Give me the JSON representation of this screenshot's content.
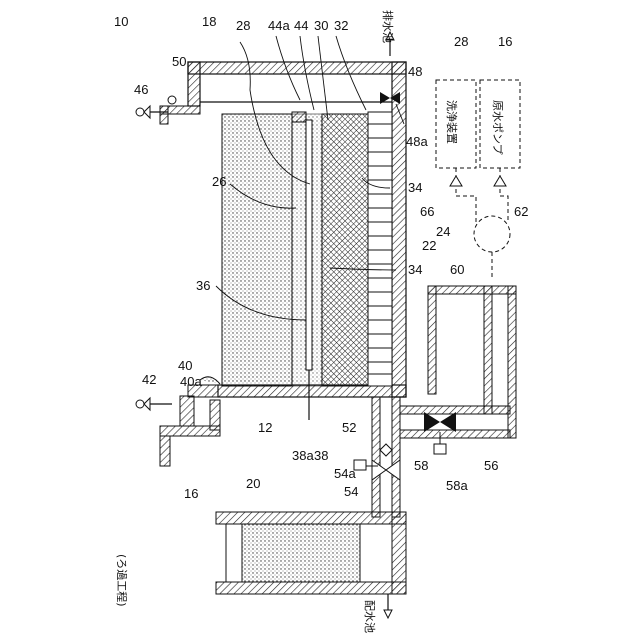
{
  "figure": {
    "caption": "(ろ過工程)",
    "drain_dest": "排水池",
    "dist_dest": "配水池",
    "box_cleaning": "洗浄装置",
    "box_raw_pump": "原水ポンプ",
    "refs": {
      "r10": "10",
      "r12": "12",
      "r16a": "16",
      "r16b": "16",
      "r18": "18",
      "r20": "20",
      "r22": "22",
      "r24": "24",
      "r26": "26",
      "r28a": "28",
      "r28b": "28",
      "r30": "30",
      "r32": "32",
      "r34a": "34",
      "r34b": "34",
      "r36": "36",
      "r38": "38",
      "r38a": "38a",
      "r40": "40",
      "r40a": "40a",
      "r42": "42",
      "r44": "44",
      "r44a": "44a",
      "r46": "46",
      "r48": "48",
      "r48a": "48a",
      "r50": "50",
      "r52": "52",
      "r54": "54",
      "r54a": "54a",
      "r56": "56",
      "r58": "58",
      "r58a": "58a",
      "r60": "60",
      "r62": "62",
      "r66": "66"
    }
  }
}
